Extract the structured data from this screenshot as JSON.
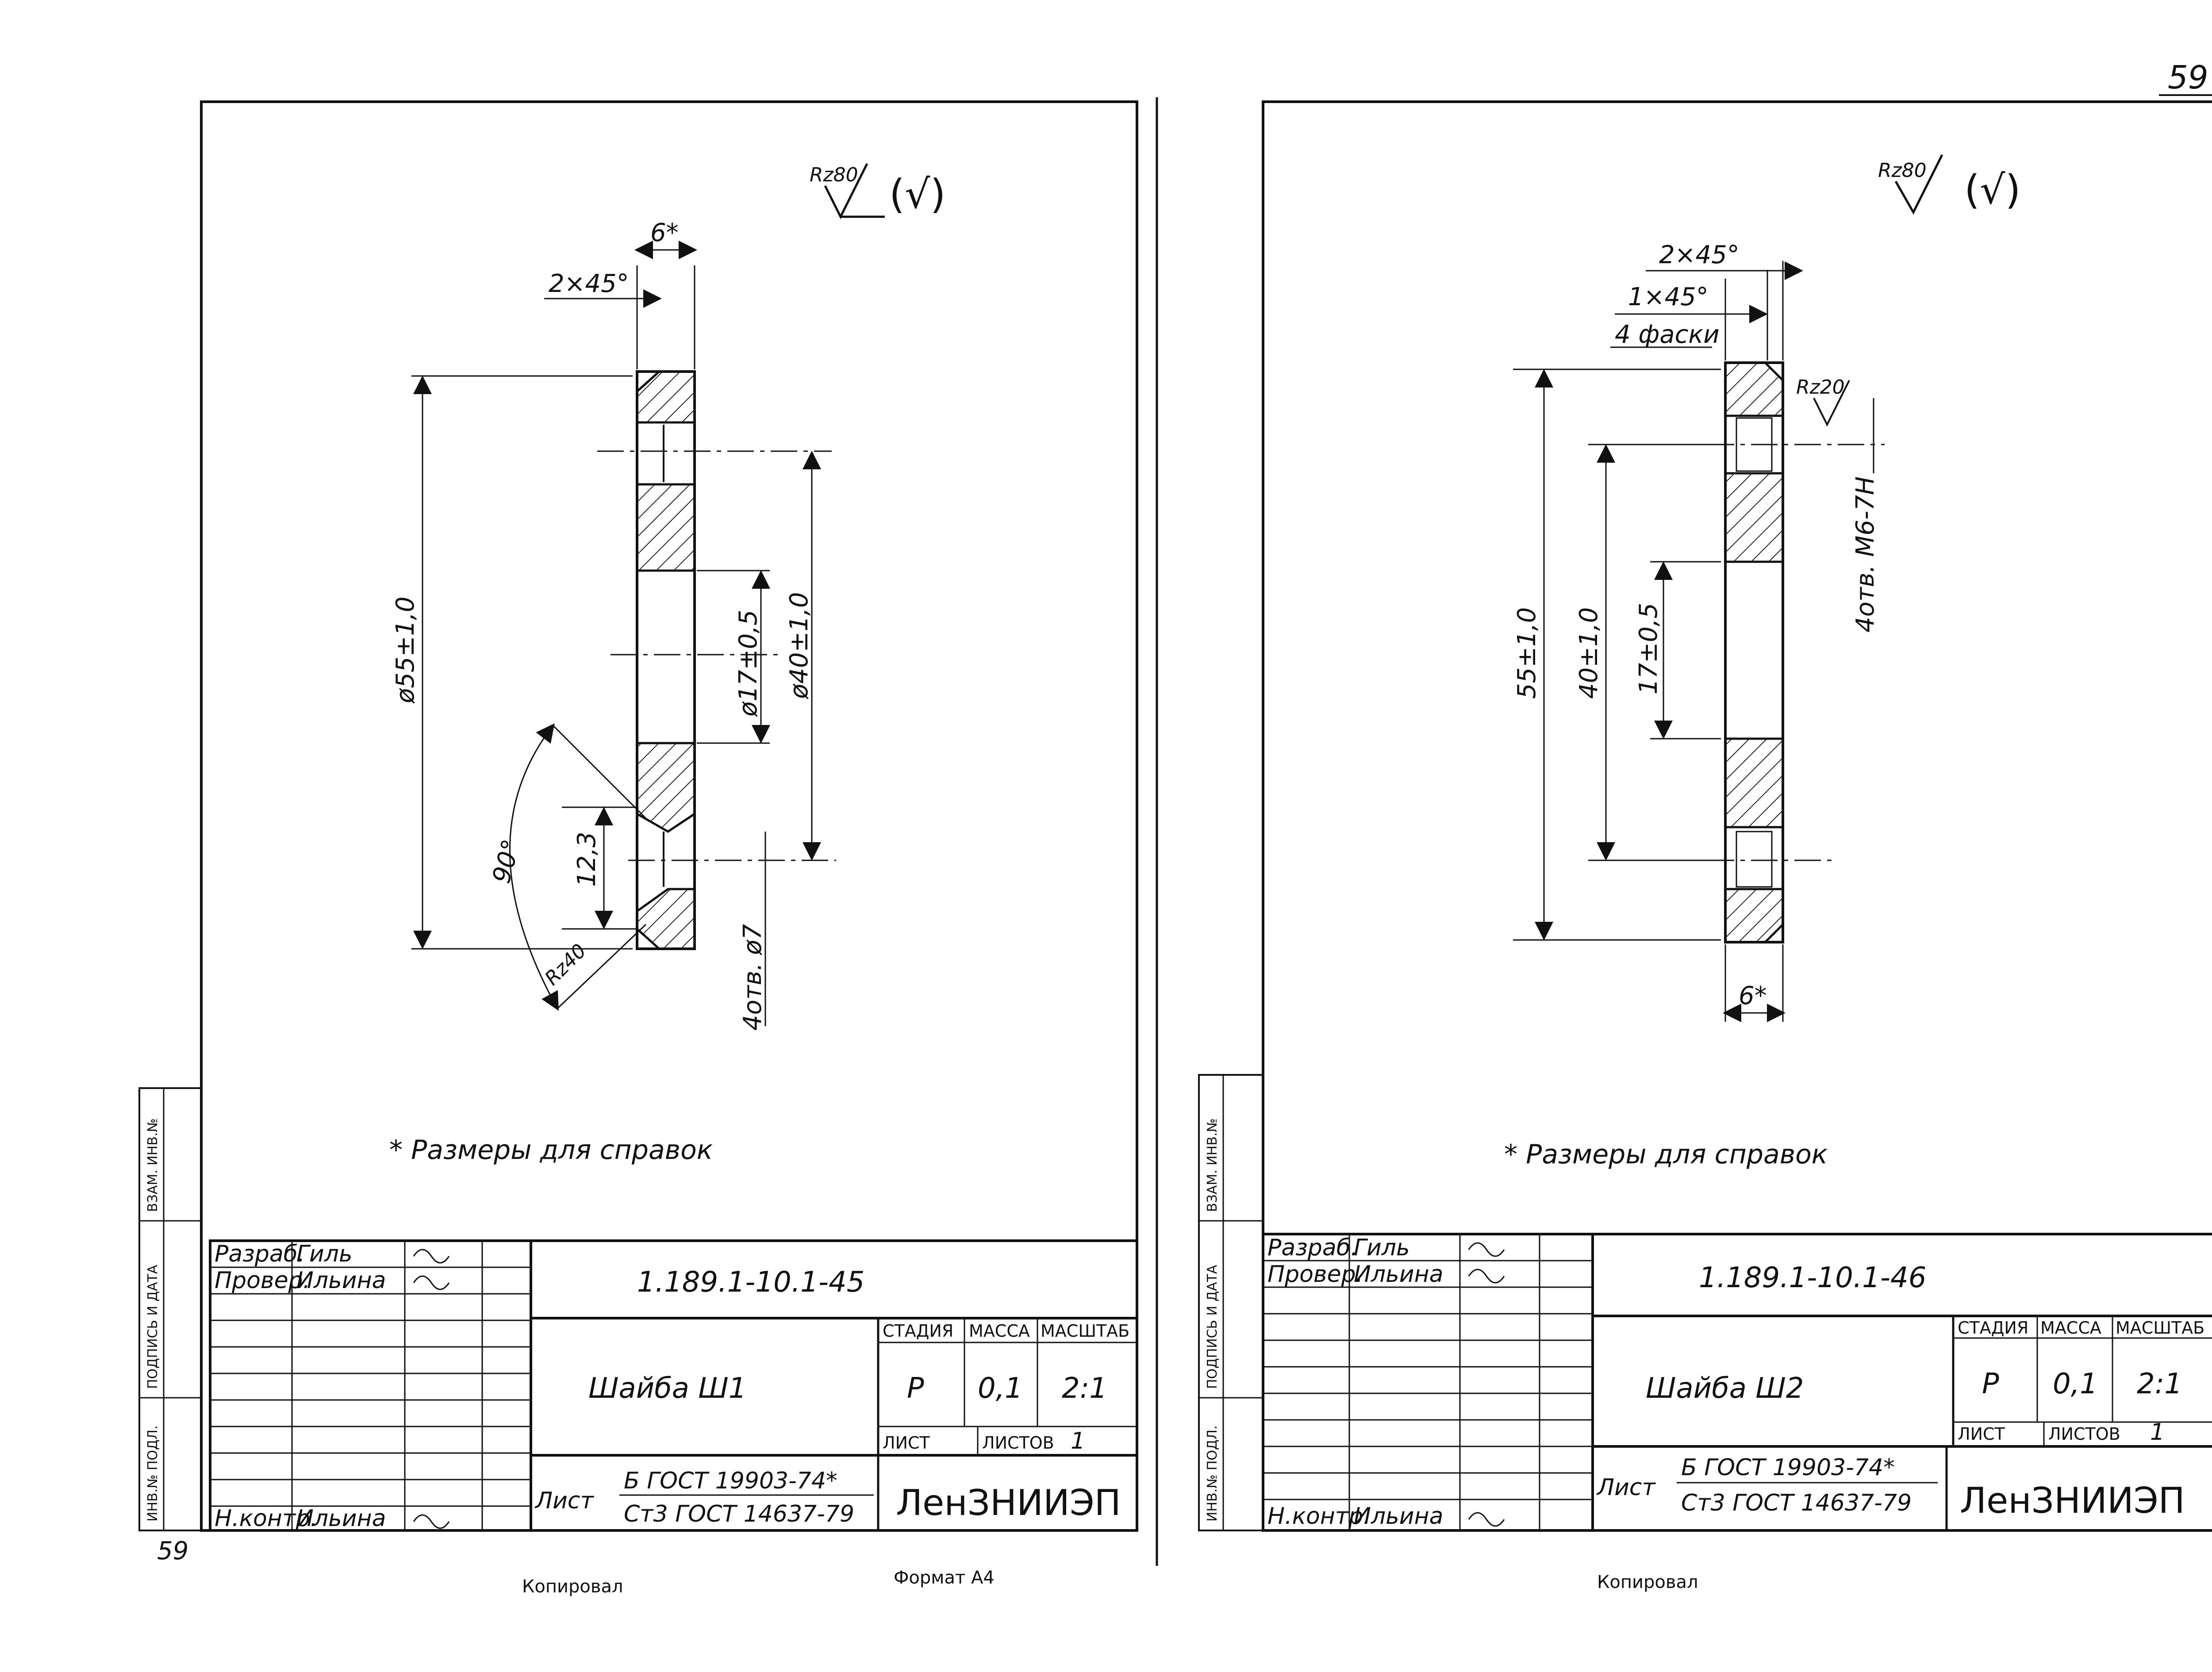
{
  "page_number": "59",
  "page_number_bottom": "59",
  "sheets": [
    {
      "roughness_main": "Rz80",
      "roughness_other": "(√)",
      "dims": {
        "width_ref": "6*",
        "chamfer": "2×45°",
        "outer_dia": "ø55±1,0",
        "hole_dia": "ø17±0,5",
        "bolt_circle": "ø40±1,0",
        "angle": "90°",
        "counter_depth": "12,3",
        "holes": "4отв. ø7",
        "cone_roughness": "Rz40"
      },
      "note": "* Размеры для справок",
      "title_block": {
        "designation": "1.189.1-10.1-45",
        "name": "Шайба Ш1",
        "col_stage": "СТАДИЯ",
        "col_mass": "МАССА",
        "col_scale": "МАСШТАБ",
        "stage": "Р",
        "mass": "0,1",
        "scale": "2:1",
        "sheet_label": "ЛИСТ",
        "sheets_label": "ЛИСТОВ",
        "sheets_count": "1",
        "roles": [
          "Разраб.",
          "Провер.",
          "Н.контр."
        ],
        "names": [
          "Гиль",
          "Ильина",
          "Ильина"
        ],
        "material_prefix": "Лист",
        "material_line1": "Б ГОСТ 19903-74*",
        "material_line2": "Ст3 ГОСТ 14637-79",
        "org": "ЛенЗНИИЭП",
        "side_labels": [
          "ВЗАМ. ИНВ.№",
          "ПОДПИСЬ И ДАТА",
          "ИНВ.№ ПОДЛ."
        ]
      },
      "footer_left": "Копировал",
      "footer_right": "Формат А4"
    },
    {
      "roughness_main": "Rz80",
      "roughness_other": "(√)",
      "dims": {
        "chamfer": "2×45°",
        "chamfer2": "1×45°",
        "chamfer2_note": "4 фаски",
        "thread_roughness": "Rz20",
        "thread_holes": "4отв. М6-7Н",
        "outer": "55±1,0",
        "bolt_circle": "40±1,0",
        "hole": "17±0,5",
        "width_ref": "6*"
      },
      "note": "* Размеры для справок",
      "title_block": {
        "designation": "1.189.1-10.1-46",
        "name": "Шайба Ш2",
        "col_stage": "СТАДИЯ",
        "col_mass": "МАССА",
        "col_scale": "МАСШТАБ",
        "stage": "Р",
        "mass": "0,1",
        "scale": "2:1",
        "sheet_label": "ЛИСТ",
        "sheets_label": "ЛИСТОВ",
        "sheets_count": "1",
        "roles": [
          "Разраб.",
          "Провер.",
          "Н.контр."
        ],
        "names": [
          "Гиль",
          "Ильина",
          "Ильина"
        ],
        "material_prefix": "Лист",
        "material_line1": "Б ГОСТ 19903-74*",
        "material_line2": "Ст3 ГОСТ 14637-79",
        "org": "ЛенЗНИИЭП",
        "side_labels": [
          "ВЗАМ. ИНВ.№",
          "ПОДПИСЬ И ДАТА",
          "ИНВ.№ ПОДЛ."
        ]
      },
      "footer_left": "Копировал"
    }
  ]
}
